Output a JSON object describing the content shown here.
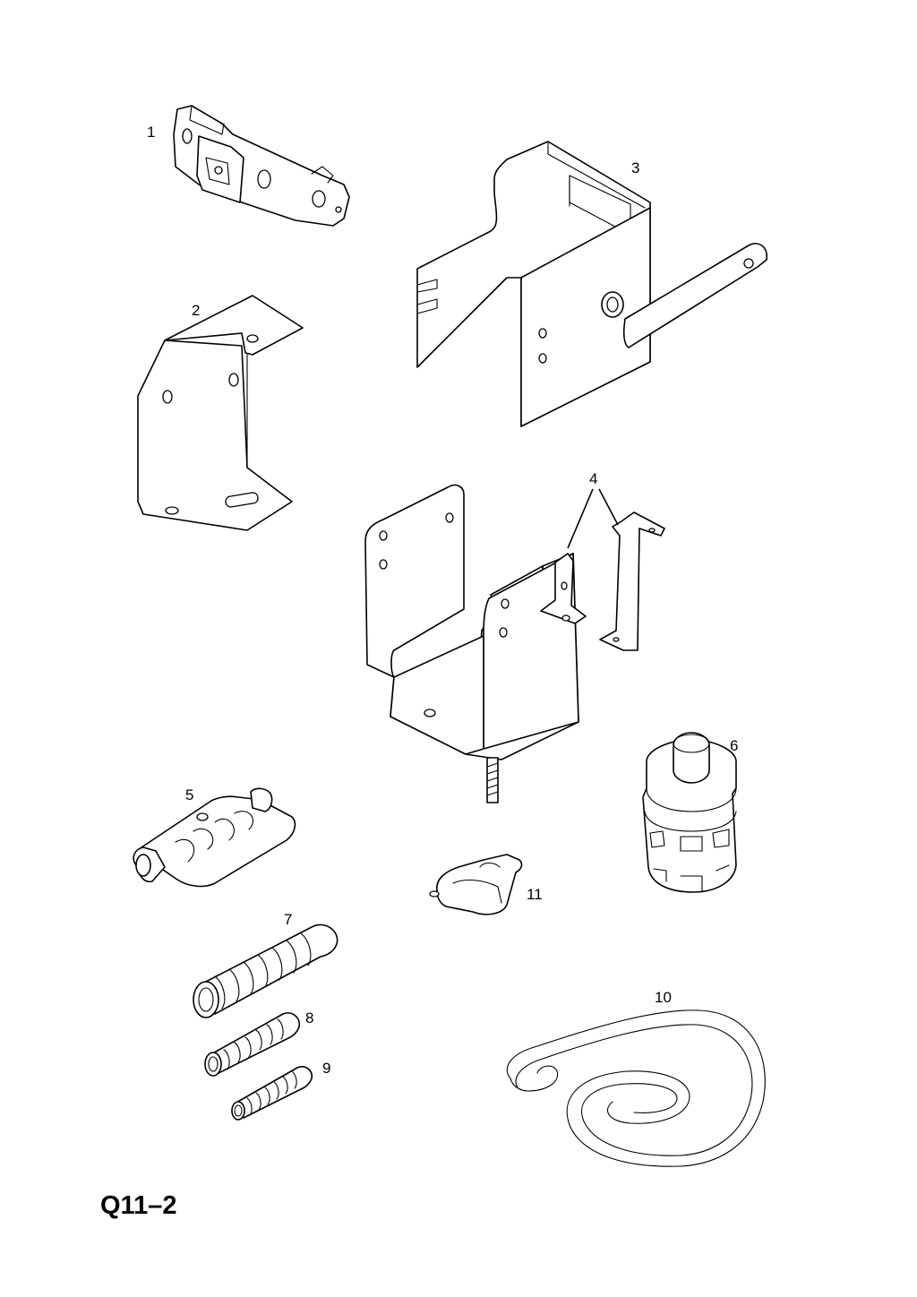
{
  "sheet_code": "Q11–2",
  "callouts": {
    "p1": "1",
    "p2": "2",
    "p3": "3",
    "p4": "4",
    "p5": "5",
    "p6": "6",
    "p7": "7",
    "p8": "8",
    "p9": "9",
    "p10": "10",
    "p11": "11"
  }
}
